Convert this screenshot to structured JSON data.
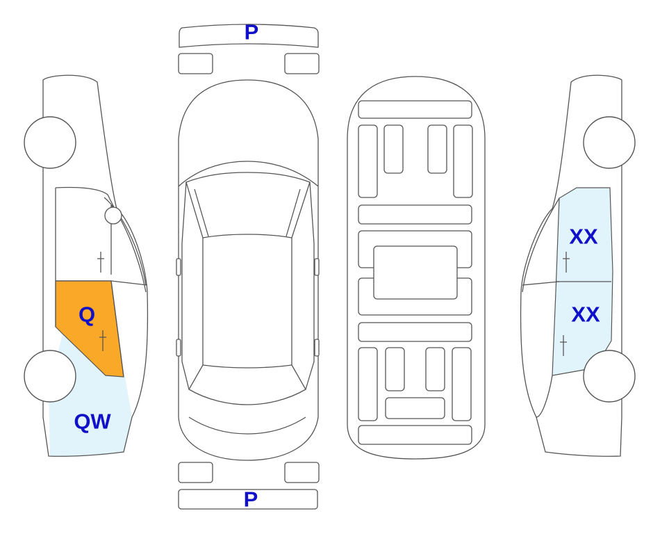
{
  "colors": {
    "orange_mark": "#F9A828",
    "light_blue_mark": "#E2F4FB",
    "label_text": "#1010C8",
    "outline": "#555555"
  },
  "labels": {
    "front_bumper": "P",
    "rear_bumper": "P",
    "left_front_door": "Q",
    "left_front_fender": "QW",
    "right_rear_door": "XX",
    "right_front_door": "XX"
  }
}
